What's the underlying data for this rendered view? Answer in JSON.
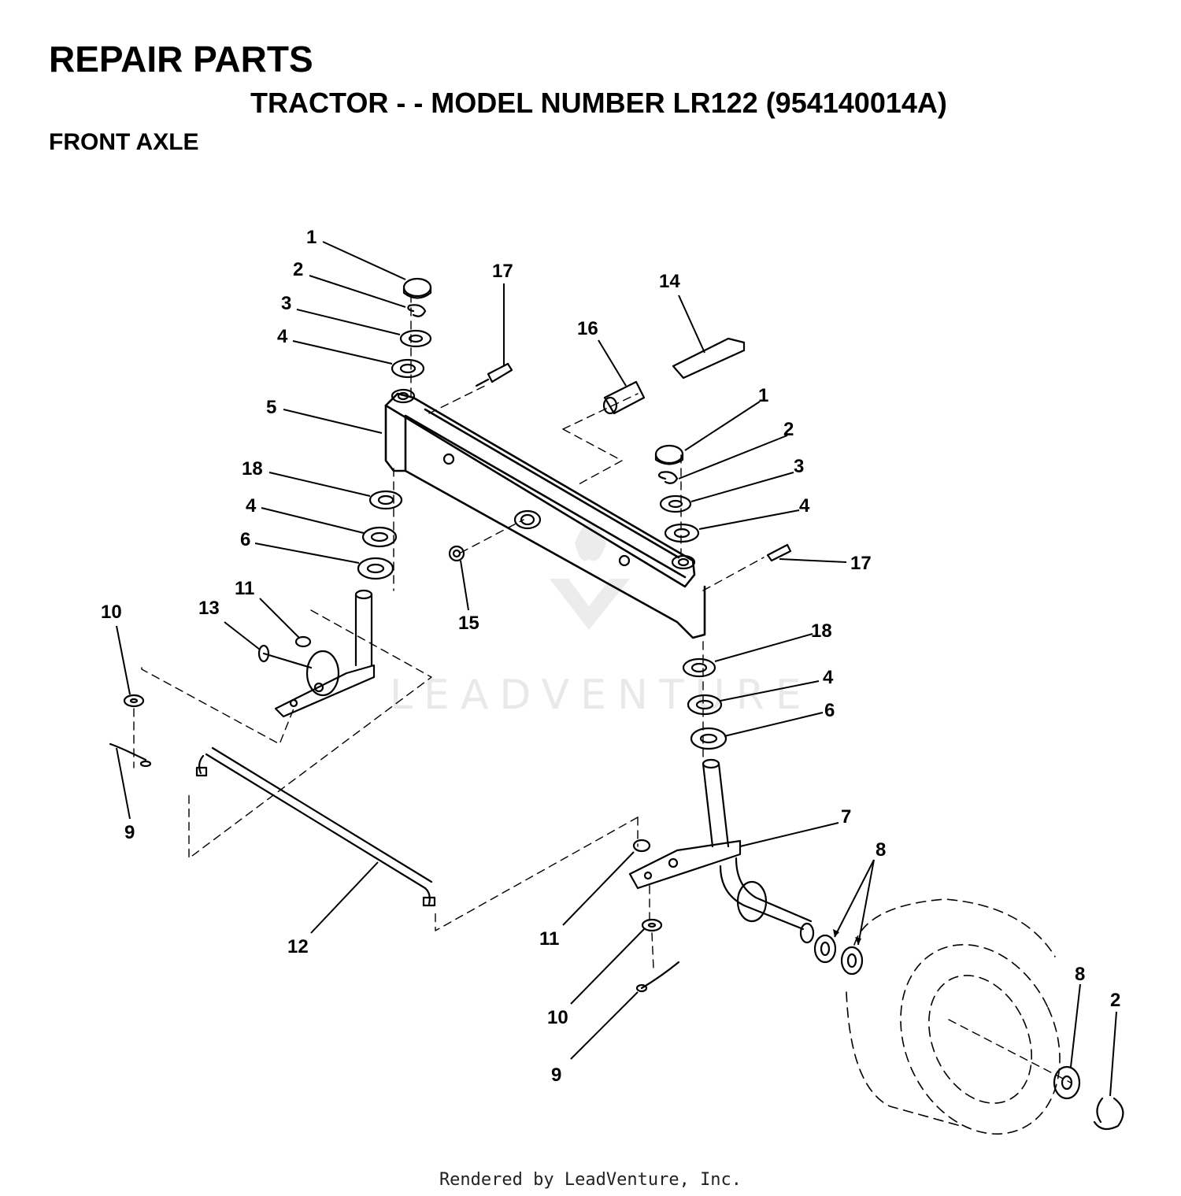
{
  "header": {
    "title": "REPAIR PARTS",
    "subtitle": "TRACTOR - - MODEL NUMBER LR122 (954140014A)",
    "section": "FRONT AXLE"
  },
  "watermark": "LEADVENTURE",
  "footer": "Rendered by LeadVenture, Inc.",
  "callouts": [
    "1",
    "2",
    "3",
    "4",
    "5",
    "18",
    "4",
    "6",
    "17",
    "16",
    "14",
    "1",
    "2",
    "3",
    "4",
    "17",
    "15",
    "11",
    "13",
    "10",
    "9",
    "12",
    "18",
    "4",
    "6",
    "7",
    "8",
    "11",
    "10",
    "9",
    "8",
    "2"
  ]
}
